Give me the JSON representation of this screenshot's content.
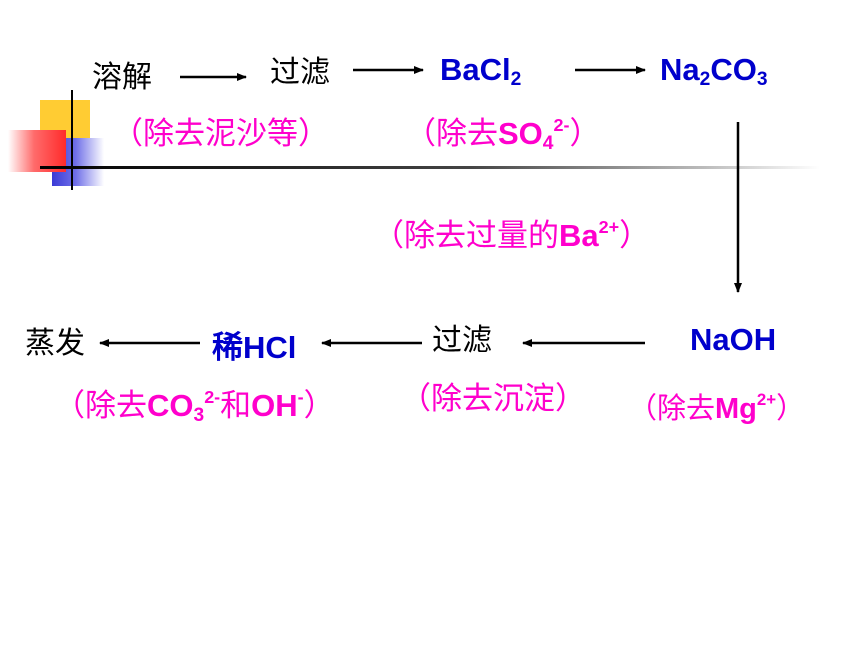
{
  "colors": {
    "reagent": "#0000cc",
    "note": "#ff00cc",
    "arrow": "#000000",
    "deco_yellow": "#ffcc33",
    "deco_red": "#ff3b3b",
    "deco_blue": "#3b3bd6"
  },
  "row1": {
    "step1": "溶解",
    "step2": "过滤",
    "reagent1": {
      "base": "BaCl",
      "sub": "2"
    },
    "reagent2": {
      "a": "Na",
      "sub1": "2",
      "b": "CO",
      "sub2": "3"
    }
  },
  "notes_row1": {
    "note1": "（除去泥沙等）",
    "note2": {
      "open": "（除去",
      "ion": "SO",
      "sub": "4",
      "sup": "2-",
      "close": "）"
    }
  },
  "note_middle": {
    "open": "（除去过量的",
    "ion": "Ba",
    "sup": "2+",
    "close": "）"
  },
  "row2": {
    "step_end": "蒸发",
    "acid": {
      "char": "稀",
      "formula": "HCl"
    },
    "step_filter": "过滤",
    "base": "NaOH"
  },
  "notes_row2": {
    "note_left": {
      "open": "（除去",
      "ion1": "CO",
      "sub": "3",
      "sup1": "2-",
      "mid": "和",
      "ion2": "OH",
      "sup2": "-",
      "close": "）"
    },
    "note_mid": "（除去沉淀）",
    "note_right": {
      "open": "（除去",
      "ion": "Mg",
      "sup": "2+",
      "close": "）"
    }
  }
}
